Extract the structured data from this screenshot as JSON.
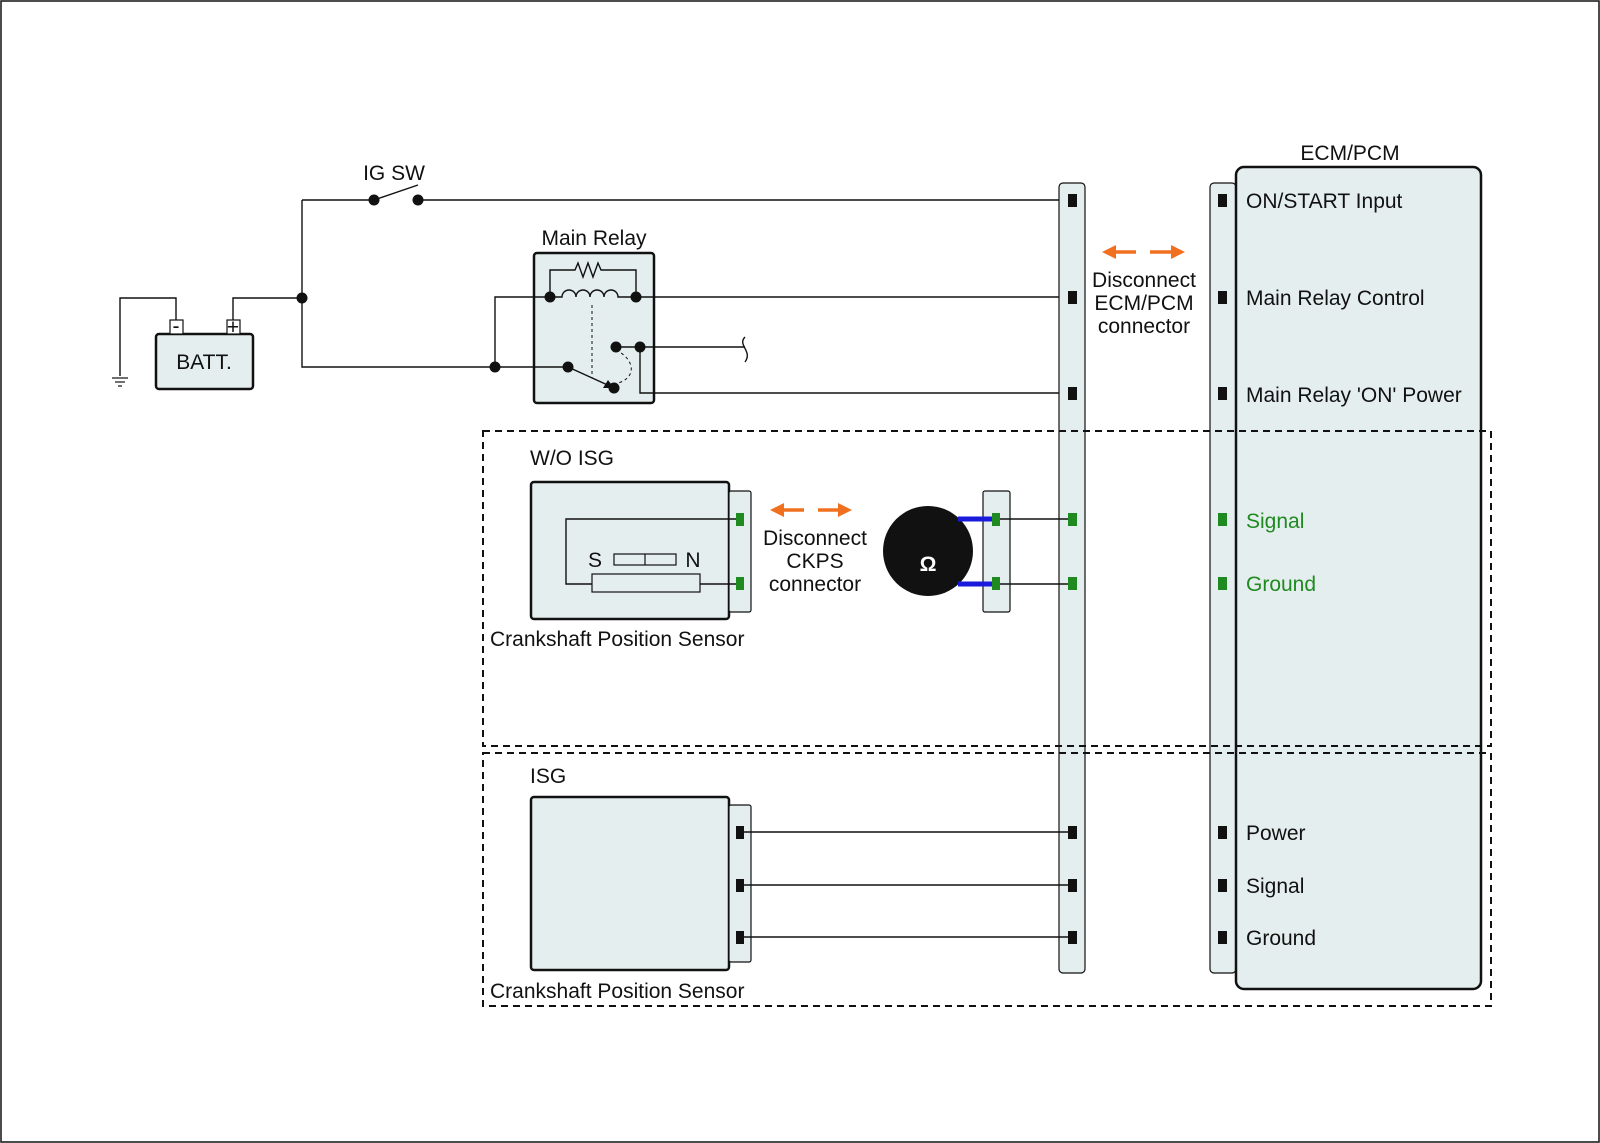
{
  "labels": {
    "ig_sw": "IG SW",
    "main_relay": "Main Relay",
    "batt": "BATT.",
    "ecm_title": "ECM/PCM",
    "disconnect_ecm": [
      "Disconnect",
      "ECM/PCM",
      "connector"
    ],
    "disconnect_ckps": [
      "Disconnect",
      "CKPS",
      "connector"
    ],
    "wo_isg": "W/O ISG",
    "isg": "ISG",
    "ckps_caption": "Crankshaft Position Sensor",
    "sensor_s": "S",
    "sensor_n": "N",
    "ohm_symbol": "Ω",
    "batt_minus": "-",
    "batt_plus": "+"
  },
  "ecm_pins": [
    {
      "label": "ON/START Input",
      "color": "black"
    },
    {
      "label": "Main Relay Control",
      "color": "black"
    },
    {
      "label": "Main Relay 'ON' Power",
      "color": "black"
    },
    {
      "label": "Signal",
      "color": "green"
    },
    {
      "label": "Ground",
      "color": "green"
    },
    {
      "label": "Power",
      "color": "black"
    },
    {
      "label": "Signal",
      "color": "black"
    },
    {
      "label": "Ground",
      "color": "black"
    }
  ],
  "colors": {
    "highlight_pin": "#1f8a1f",
    "arrow": "#f07020",
    "probe_lead": "#1a1adc",
    "panel_fill": "#e5eeee"
  }
}
